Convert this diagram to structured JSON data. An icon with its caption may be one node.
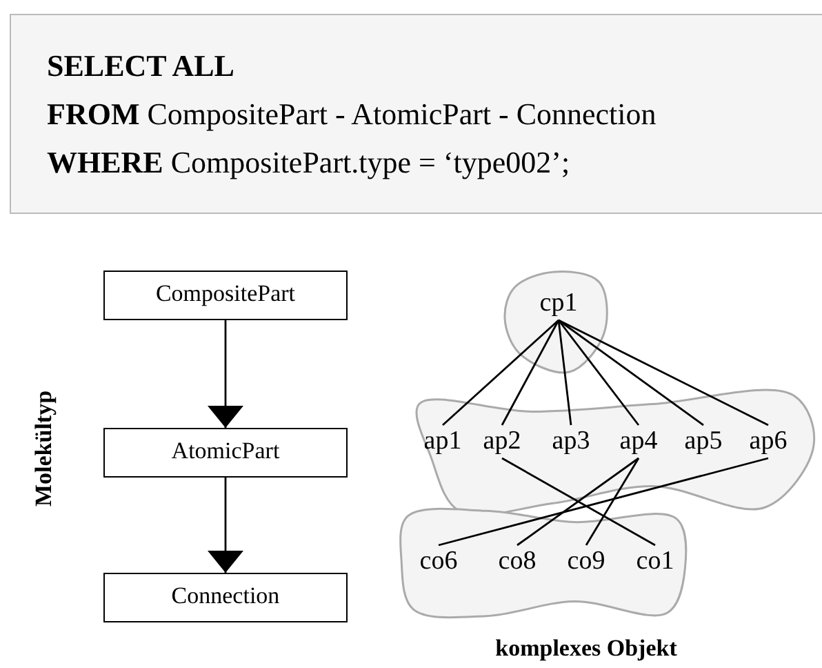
{
  "diagram": {
    "nodes": [
      {
        "text": [
          "SELECT ALL",
          "**FROM** CompositePart - AtomicPart - Connection",
          "**WHERE** CompositePart.type = ‘type002’;"
        ]
      },
      {
        "text": [
          "CompositePart"
        ]
      },
      {
        "text": [
          "AtomicPart"
        ]
      },
      {
        "text": [
          "Connection"
        ]
      },
      {
        "text": [],
        "shape": "cloud"
      },
      {
        "text": [
          "cp1"
        ],
        "in": 4
      },
      {
        "text": [],
        "shape": "cloud"
      },
      {
        "text": [
          "ap1"
        ],
        "in": 6
      },
      {
        "text": [
          "ap2"
        ],
        "in": 6
      },
      {
        "text": [
          "ap3"
        ],
        "in": 6
      },
      {
        "text": [
          "ap4"
        ],
        "in": 6
      },
      {
        "text": [
          "ap5"
        ],
        "in": 6
      },
      {
        "text": [
          "ap6"
        ],
        "in": 6
      },
      {
        "text": [],
        "shape": "cloud"
      },
      {
        "text": [
          "co6"
        ],
        "in": 13
      },
      {
        "text": [
          "co8"
        ],
        "in": 13
      },
      {
        "text": [
          "co9"
        ],
        "in": 13
      },
      {
        "text": [
          "co1"
        ],
        "in": 13
      }
    ],
    "edges": [
      {
        "from": 1,
        "to": 2,
        "arrow": "to"
      },
      {
        "from": 2,
        "to": 3,
        "arrow": "to"
      },
      {
        "from": 5,
        "to": 7,
        "arrow": "none"
      },
      {
        "from": 5,
        "to": 8,
        "arrow": "none"
      },
      {
        "from": 5,
        "to": 9,
        "arrow": "none"
      },
      {
        "from": 5,
        "to": 10,
        "arrow": "none"
      },
      {
        "from": 5,
        "to": 11,
        "arrow": "none"
      },
      {
        "from": 5,
        "to": 12,
        "arrow": "none"
      },
      {
        "from": 8,
        "to": 17,
        "arrow": "none"
      },
      {
        "from": 10,
        "to": 15,
        "arrow": "none"
      },
      {
        "from": 10,
        "to": 16,
        "arrow": "none"
      },
      {
        "from": 12,
        "to": 14,
        "arrow": "none"
      }
    ],
    "labels": [
      "Molekültyp",
      "komplexes Objekt"
    ]
  }
}
